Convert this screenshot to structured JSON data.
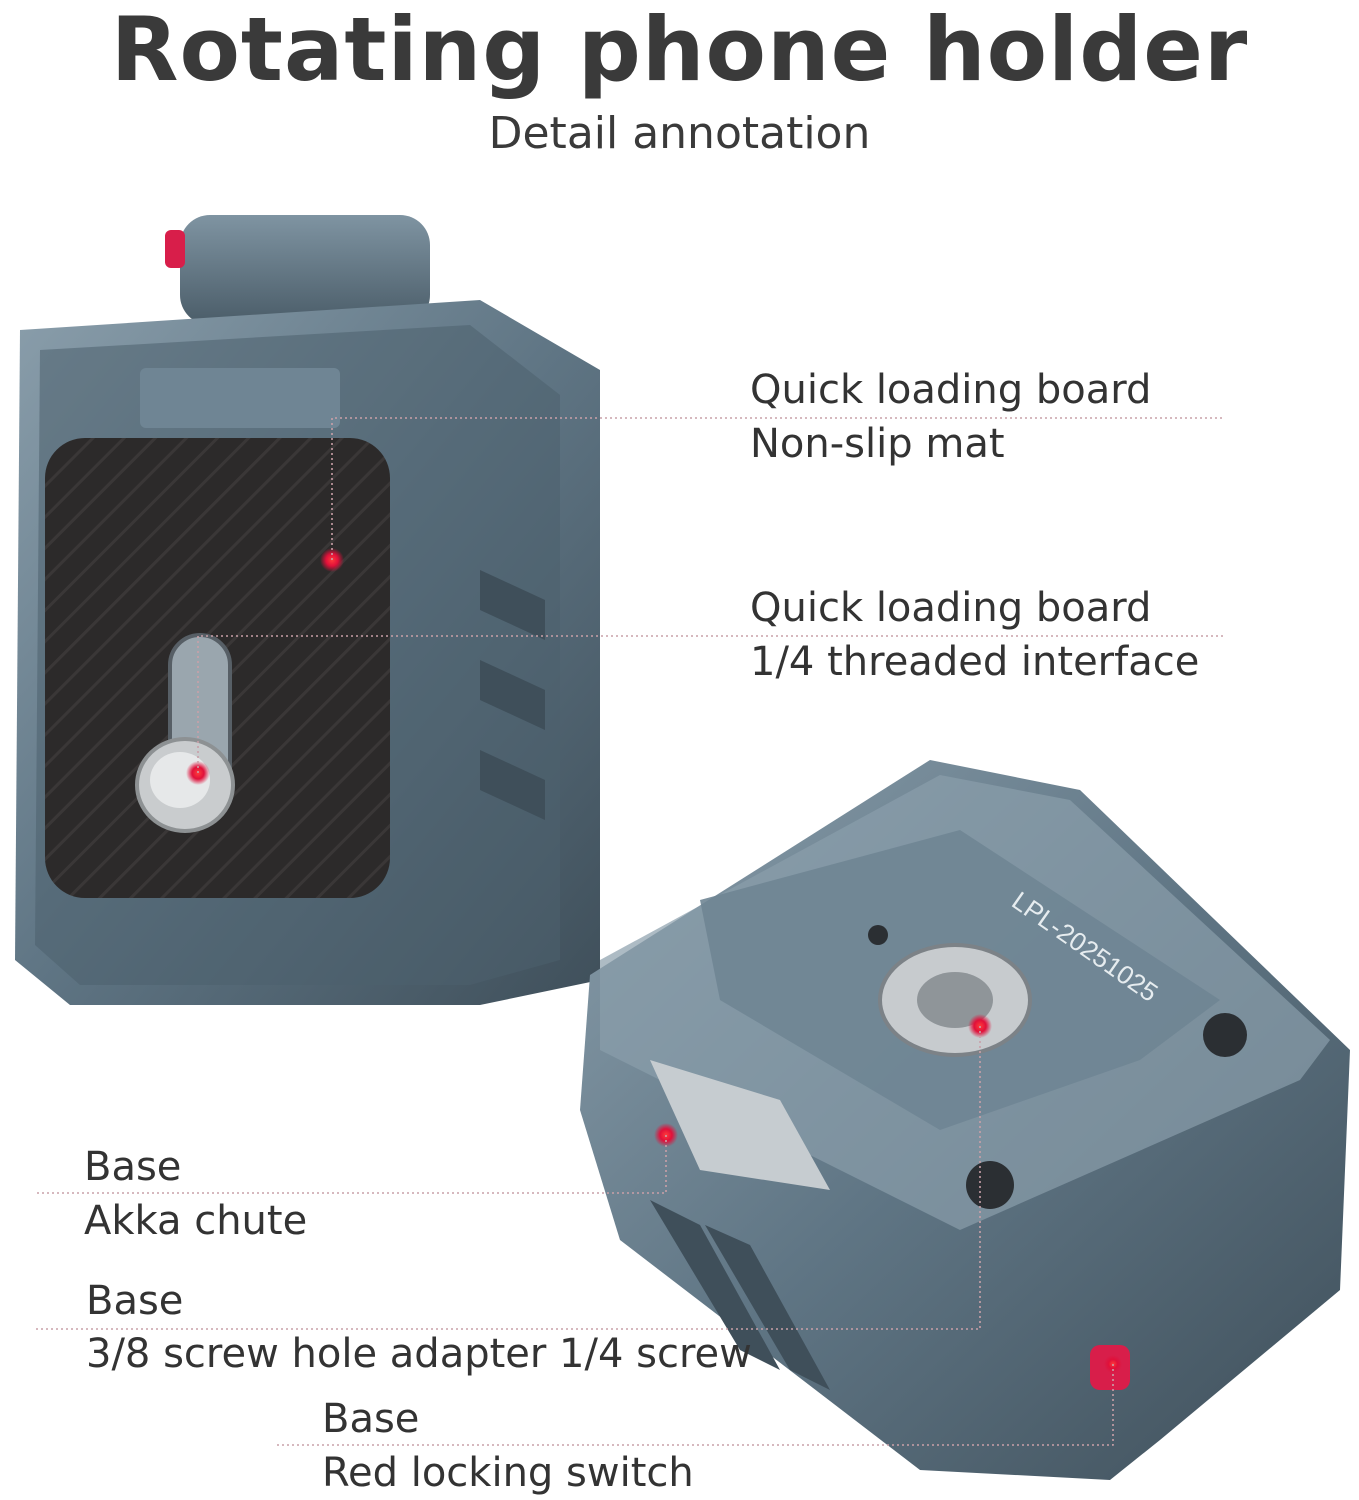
{
  "header": {
    "title": "Rotating phone holder",
    "subtitle": "Detail annotation"
  },
  "annotations": [
    {
      "line1": "Quick loading board",
      "line2": "Non-slip mat"
    },
    {
      "line1": "Quick loading board",
      "line2": "1/4 threaded interface"
    },
    {
      "line1": "Base",
      "line2": "Akka chute"
    },
    {
      "line1": "Base",
      "line2": "3/8 screw hole adapter 1/4 screw"
    },
    {
      "line1": "Base",
      "line2": "Red locking switch"
    }
  ],
  "product": {
    "engraving": "LPL-20251025"
  },
  "colors": {
    "metal": "#5f7584",
    "metal_dark": "#3f4f5a",
    "metal_light": "#8a9eab",
    "pad": "#2c2a2a",
    "accent_red": "#e0103a",
    "leader_line": "#c9a0a8"
  }
}
